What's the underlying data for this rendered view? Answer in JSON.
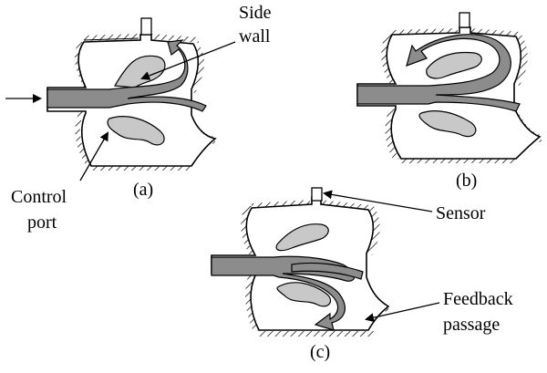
{
  "labels": {
    "side_wall_line1": "Side",
    "side_wall_line2": "wall",
    "control_port_line1": "Control",
    "control_port_line2": "port",
    "sensor": "Sensor",
    "feedback_passage_line1": "Feedback",
    "feedback_passage_line2": "passage"
  },
  "captions": {
    "a": "(a)",
    "b": "(b)",
    "c": "(c)"
  },
  "colors": {
    "jet": "#8c8c8c",
    "vortex": "#c8c8c8",
    "outline": "#000000",
    "chamber": "#ffffff"
  }
}
